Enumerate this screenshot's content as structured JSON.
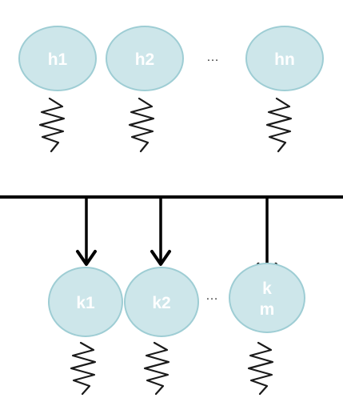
{
  "top_nodes": [
    {
      "label": "h1"
    },
    {
      "label": "h2"
    },
    {
      "label": "hn"
    }
  ],
  "top_ellipsis": "…",
  "bottom_nodes": [
    {
      "label": "k1"
    },
    {
      "label": "k2"
    },
    {
      "label": "k\nm"
    }
  ],
  "bottom_ellipsis": "…",
  "colors": {
    "node_fill": "#cde6ea",
    "node_stroke": "#9ecdd4",
    "node_label": "#ffffff",
    "lines": "#000000"
  }
}
